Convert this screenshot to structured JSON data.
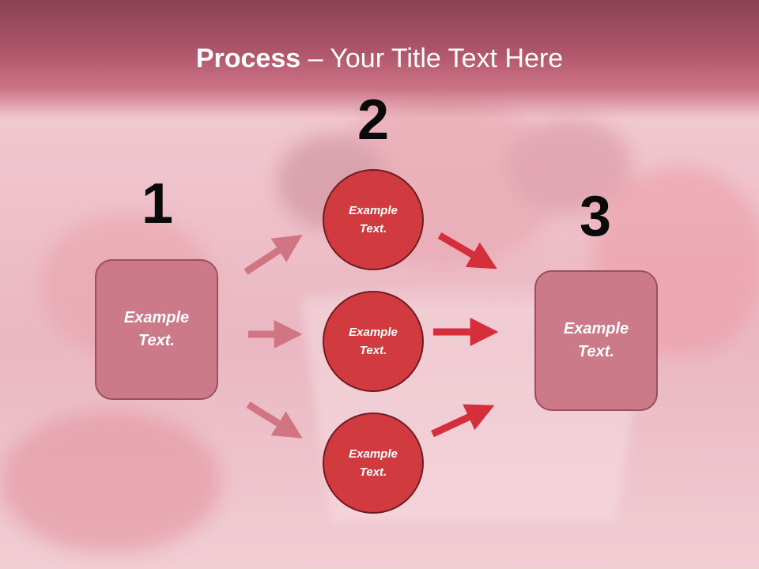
{
  "title": {
    "bold": "Process",
    "rest": " – Your Title Text Here"
  },
  "steps": [
    {
      "number": "1",
      "label": "Example\nText."
    },
    {
      "number": "2",
      "items": [
        "Example\nText.",
        "Example\nText.",
        "Example\nText."
      ]
    },
    {
      "number": "3",
      "label": "Example\nText."
    }
  ],
  "colors": {
    "box_fill": "#cc7a89",
    "circle_fill": "#d13a3f",
    "arrow_light": "#d27583",
    "arrow_dark": "#d42f3a",
    "title_bar": "#b0566b"
  }
}
